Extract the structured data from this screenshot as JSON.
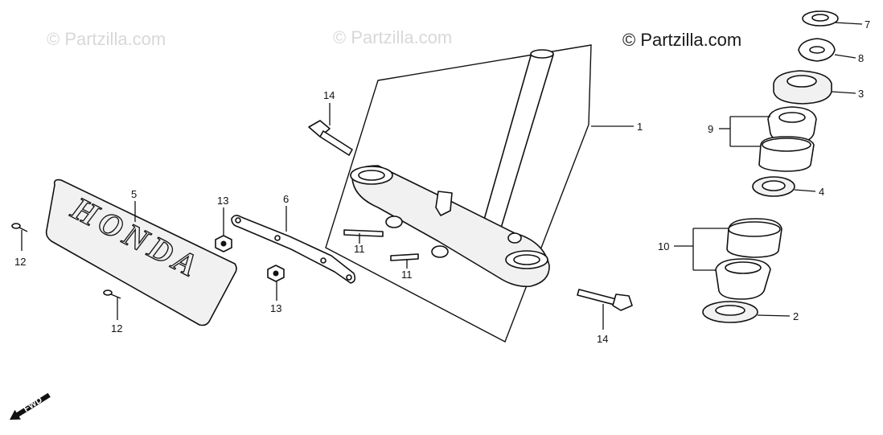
{
  "watermarks": [
    {
      "text": "© Partzilla.com",
      "style": "faint"
    },
    {
      "text": "© Partzilla.com",
      "style": "faint"
    },
    {
      "text": "© Partzilla.com",
      "style": "dark"
    }
  ],
  "fwd_label": "FWD",
  "emblem_text": "HONDA",
  "callouts": {
    "c1": "1",
    "c2": "2",
    "c3": "3",
    "c4": "4",
    "c5": "5",
    "c6": "6",
    "c7": "7",
    "c8": "8",
    "c9": "9",
    "c10": "10",
    "c11a": "11",
    "c11b": "11",
    "c12a": "12",
    "c12b": "12",
    "c13a": "13",
    "c13b": "13",
    "c14a": "14",
    "c14b": "14"
  }
}
